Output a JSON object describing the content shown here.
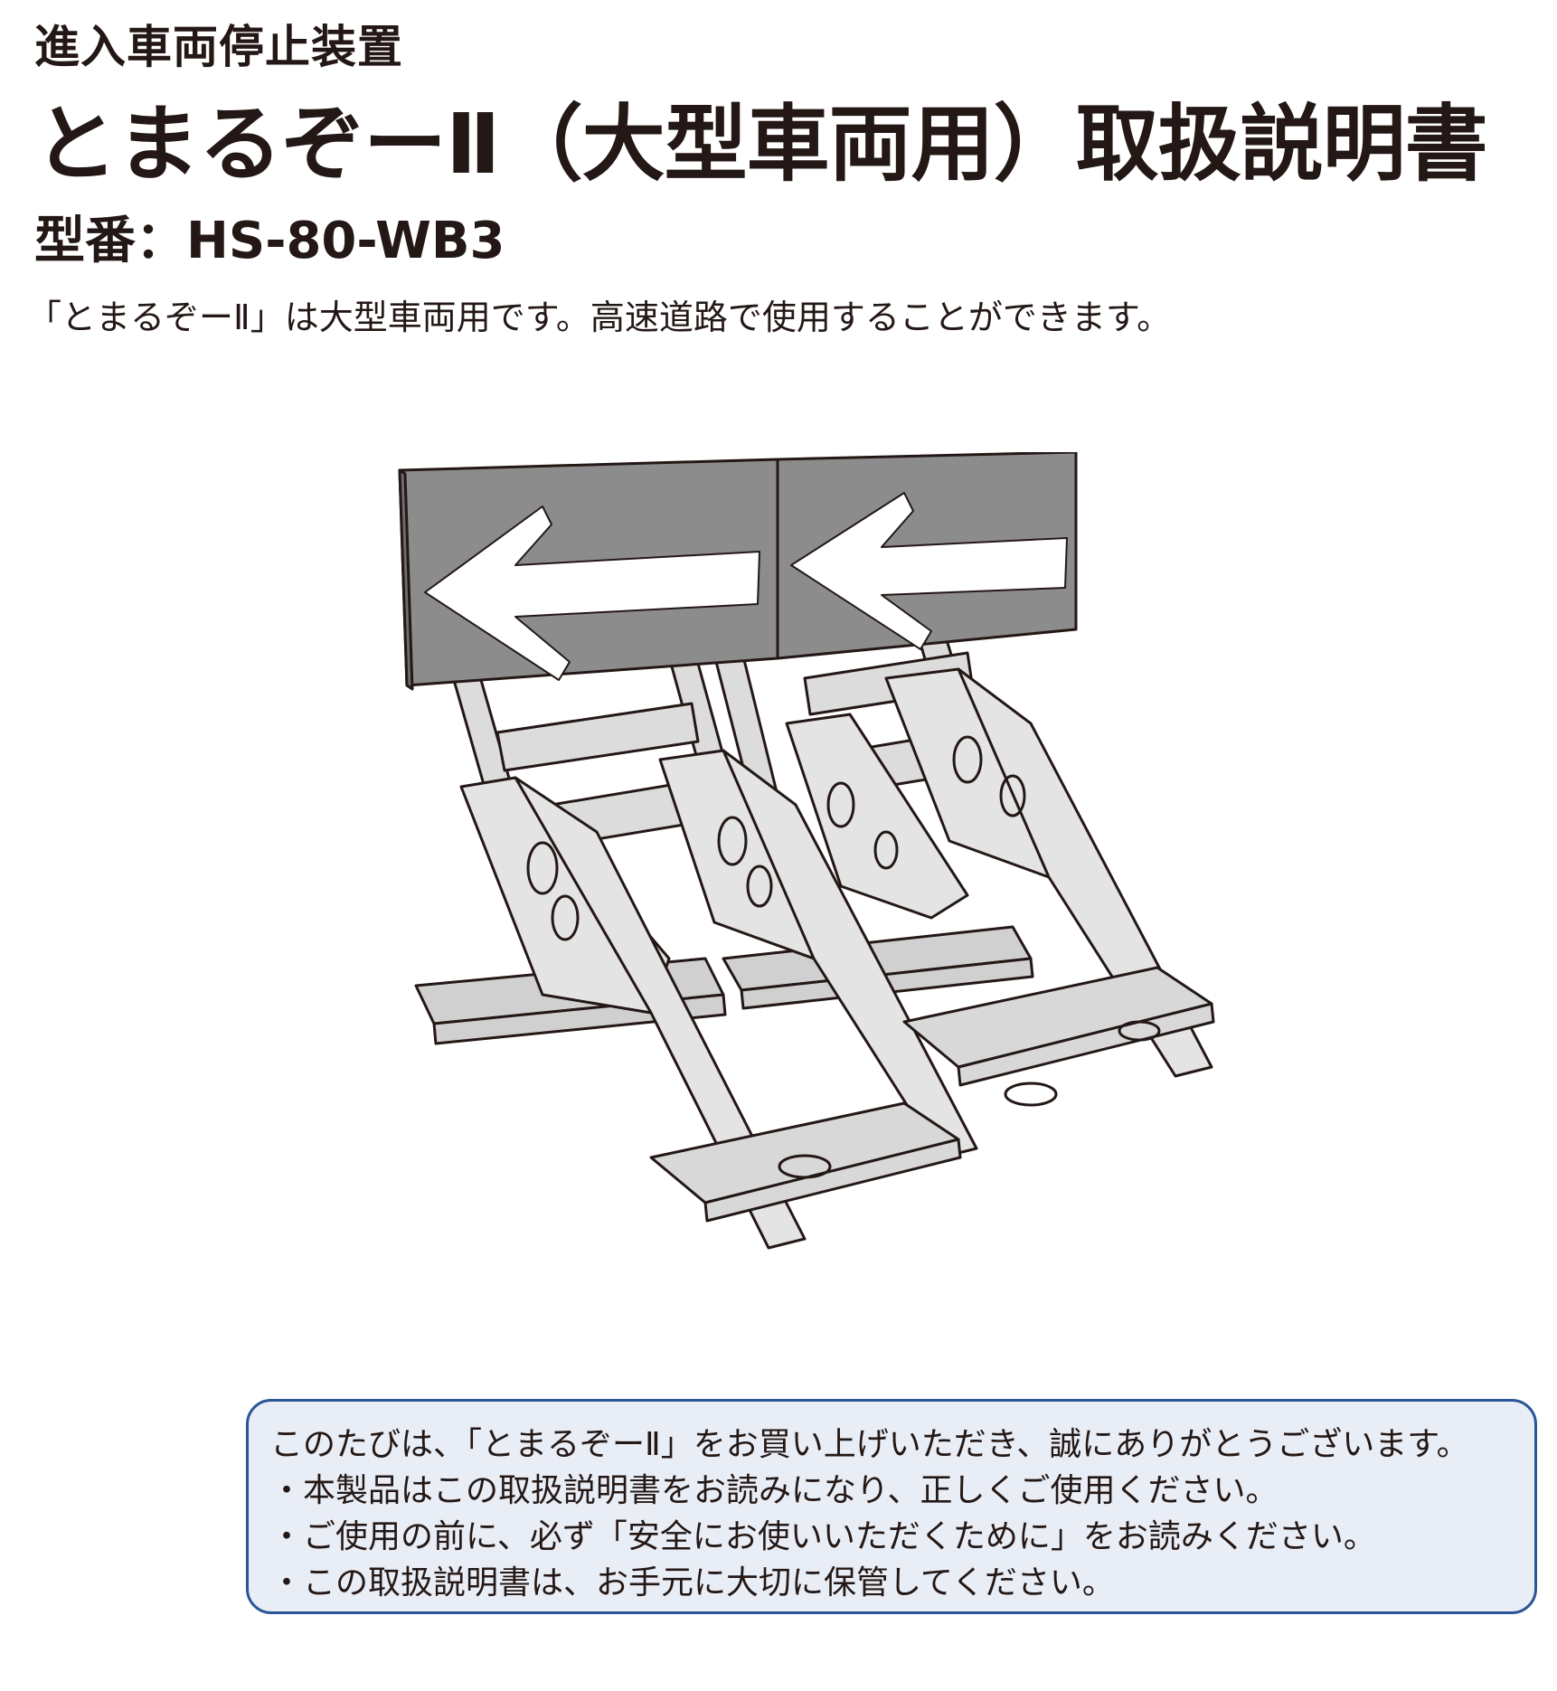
{
  "header": {
    "subtitle": "進入車両停止装置",
    "title": "とまるぞーⅡ（大型車両用）取扱説明書",
    "model": "型番：HS-80-WB3"
  },
  "description": "「とまるぞーⅡ」は大型車両用です。高速道路で使用することができます。",
  "notice": {
    "lines": [
      "このたびは、「とまるぞーⅡ」をお買い上げいただき、誠にありがとうございます。",
      "・本製品はこの取扱説明書をお読みになり、正しくご使用ください。",
      "・ご使用の前に、必ず「安全にお使いいただくために」をお読みください。",
      "・この取扱説明書は、お手元に大切に保管してください。"
    ]
  },
  "colors": {
    "text": "#231815",
    "notice_border": "#2a5597",
    "notice_background": "#e9edf5",
    "sign_panel": "#8c8c8c",
    "frame": "#dcdcdc"
  },
  "icons": {
    "product": "vehicle-stopper-illustration",
    "arrow": "left-arrow-icon"
  }
}
